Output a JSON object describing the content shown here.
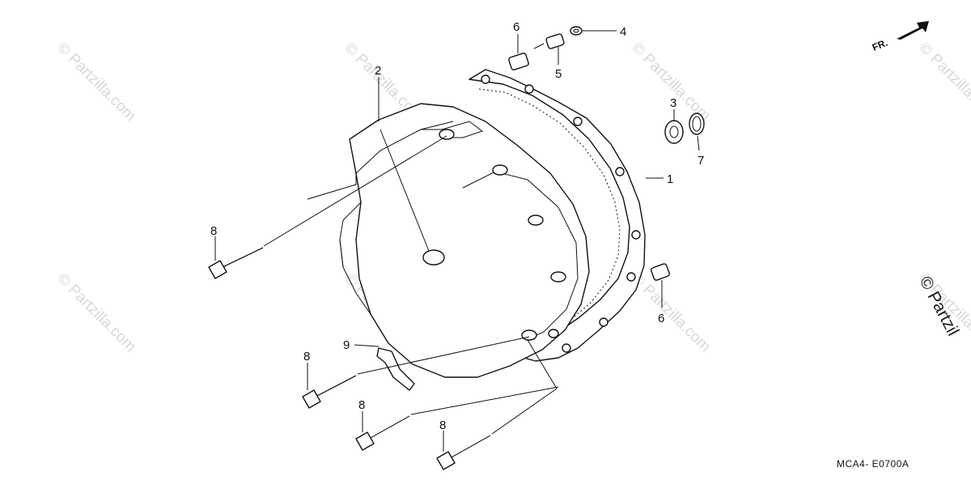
{
  "watermarks": [
    "© Partzilla.com",
    "© Partzilla.com",
    "© Partzilla.com",
    "© Partzilla.com",
    "© Partzilla.com",
    "© Partzilla.com",
    "© Partzilla.com",
    "© Partzilla.com"
  ],
  "edge_watermark": "© Partzil",
  "front_indicator": "FR.",
  "diagram_code": "MCA4- E0700A",
  "callouts": {
    "c1": "1",
    "c2": "2",
    "c3": "3",
    "c4": "4",
    "c5": "5",
    "c6a": "6",
    "c6b": "6",
    "c7": "7",
    "c8a": "8",
    "c8b": "8",
    "c8c": "8",
    "c8d": "8",
    "c9": "9"
  }
}
